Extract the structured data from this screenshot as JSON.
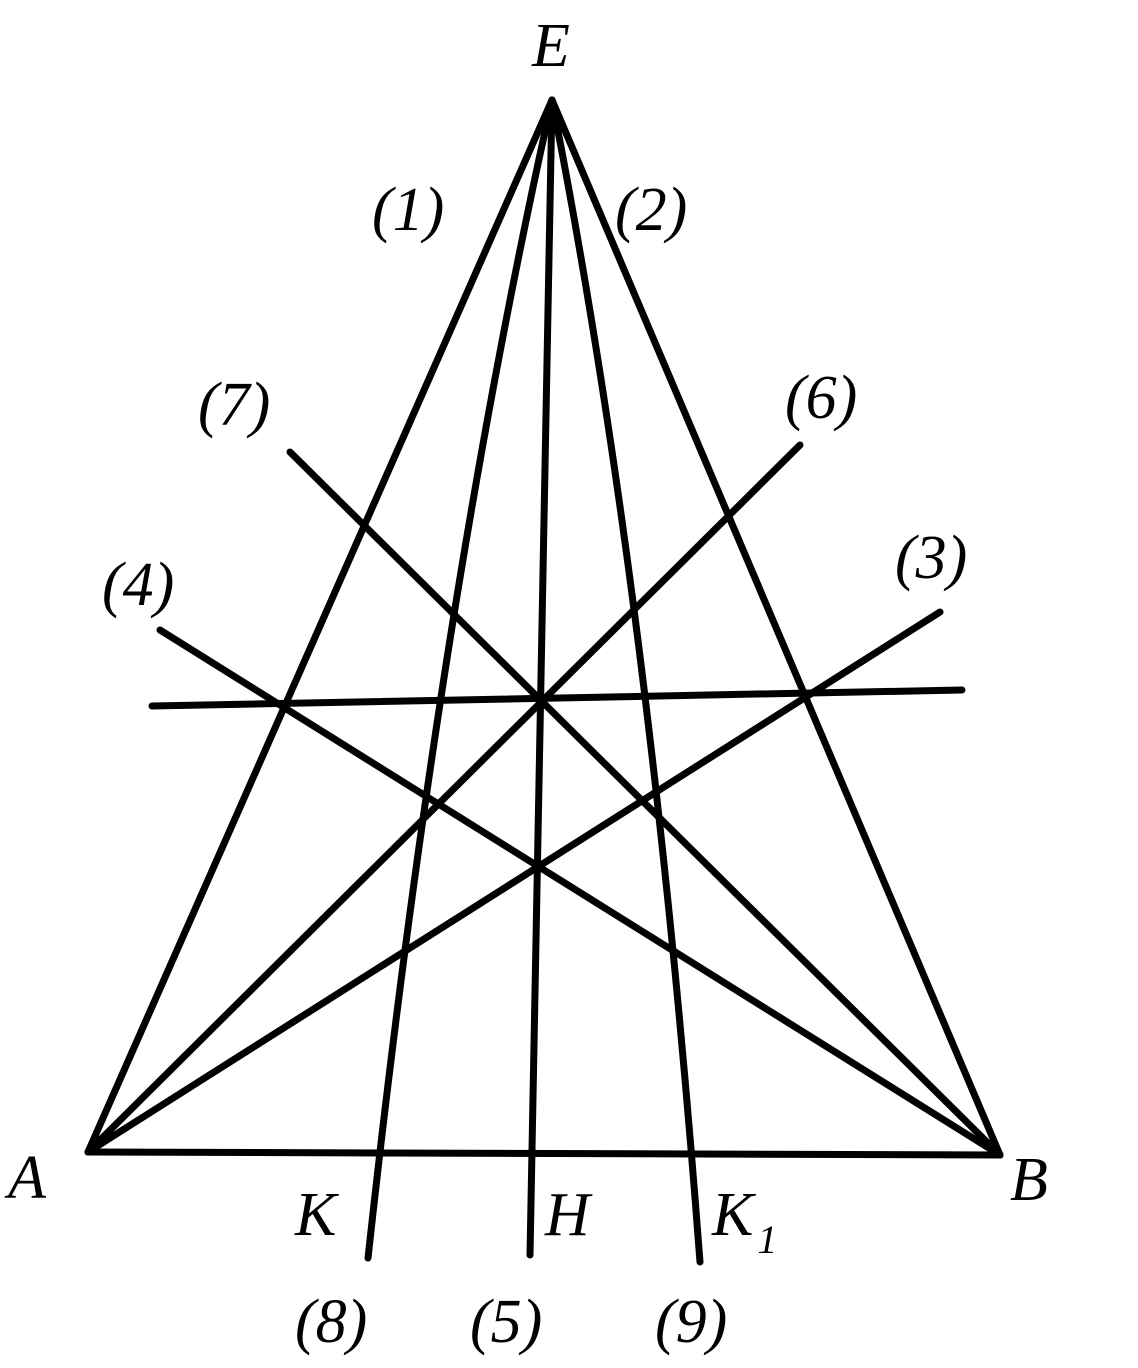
{
  "points": {
    "E": "E",
    "A": "A",
    "B": "B",
    "K": "K",
    "H": "H",
    "K1": "K",
    "K1_sub": "1"
  },
  "line_labels": {
    "l1": "(1)",
    "l2": "(2)",
    "l3": "(3)",
    "l4": "(4)",
    "l5": "(5)",
    "l6": "(6)",
    "l7": "(7)",
    "l8": "(8)",
    "l9": "(9)"
  }
}
